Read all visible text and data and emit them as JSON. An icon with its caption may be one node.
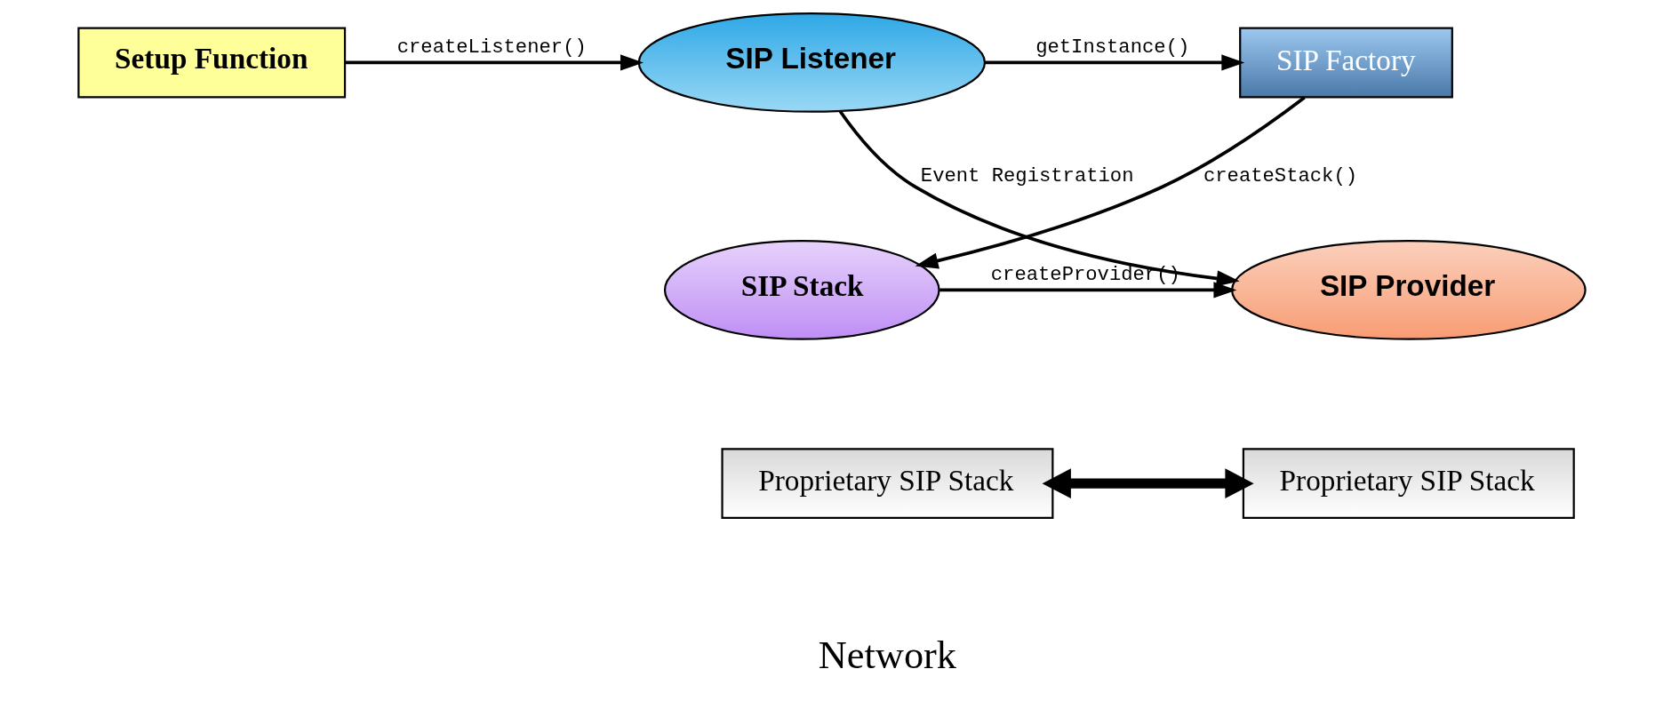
{
  "diagram": {
    "nodes": [
      {
        "text": [
          "Setup Function"
        ]
      },
      {
        "text": [
          "SIP Listener"
        ]
      },
      {
        "text": [
          "SIP Factory"
        ]
      },
      {
        "text": [
          "SIP Provider"
        ]
      },
      {
        "text": [
          "SIP Stack"
        ]
      },
      {
        "text": [
          "Proprietary SIP Stack"
        ]
      },
      {
        "text": [
          "Proprietary SIP Stack"
        ]
      }
    ],
    "edges": [
      {
        "from": 0,
        "to": 1,
        "arrow": "to",
        "label": "createListener()"
      },
      {
        "from": 1,
        "to": 2,
        "arrow": "to",
        "label": "getInstance()"
      },
      {
        "from": 1,
        "to": 3,
        "arrow": "to",
        "label": "Event Registration"
      },
      {
        "from": 4,
        "to": 3,
        "arrow": "to",
        "label": "createProvider()"
      },
      {
        "from": 2,
        "to": 4,
        "arrow": "to",
        "label": "createStack()"
      },
      {
        "from": 5,
        "to": 6,
        "arrow": "both",
        "style": "thick"
      }
    ],
    "labels": [
      "Network"
    ]
  }
}
